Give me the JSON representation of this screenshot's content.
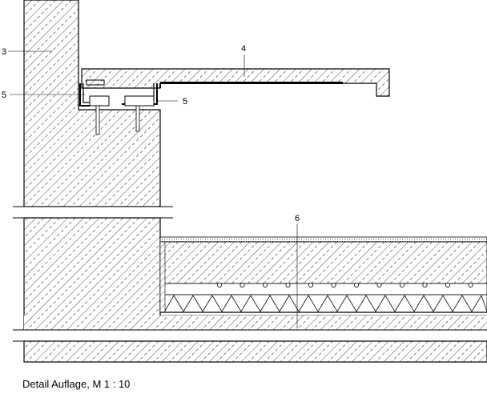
{
  "labels": {
    "callout_3": "3",
    "callout_4": "4",
    "callout_5_left": "5",
    "callout_5_right": "5",
    "callout_6": "6"
  },
  "caption": "Detail Auflage, M 1 : 10"
}
